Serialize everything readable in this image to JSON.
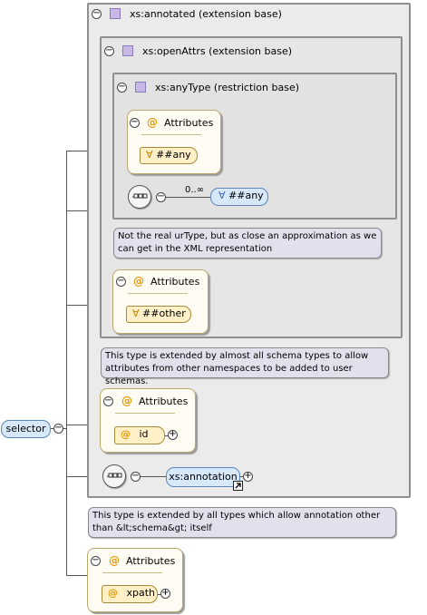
{
  "root": {
    "label": "selector"
  },
  "annotated": {
    "title": "xs:annotated (extension base)"
  },
  "openAttrs": {
    "title": "xs:openAttrs (extension base)"
  },
  "anyType": {
    "title": "xs:anyType (restriction base)",
    "attributes_title": "Attributes",
    "any_attr": "##any",
    "occurs": "0..∞",
    "any_element": "##any"
  },
  "note_urtype": {
    "text": "Not the real urType, but as close an approximation as we can get in the XML representation"
  },
  "openAttrs_attrs": {
    "title": "Attributes",
    "other": "##other"
  },
  "note_openattrs": {
    "text": "This type is extended by almost all schema types to allow attributes from other namespaces to be added to user schemas."
  },
  "annotated_attrs": {
    "title": "Attributes",
    "id": "id"
  },
  "annotation_elem": {
    "label": "xs:annotation"
  },
  "note_annotated": {
    "text": "This type is extended by all types which allow annotation other than &lt;schema&gt; itself"
  },
  "selector_attrs": {
    "title": "Attributes",
    "xpath": "xpath"
  }
}
